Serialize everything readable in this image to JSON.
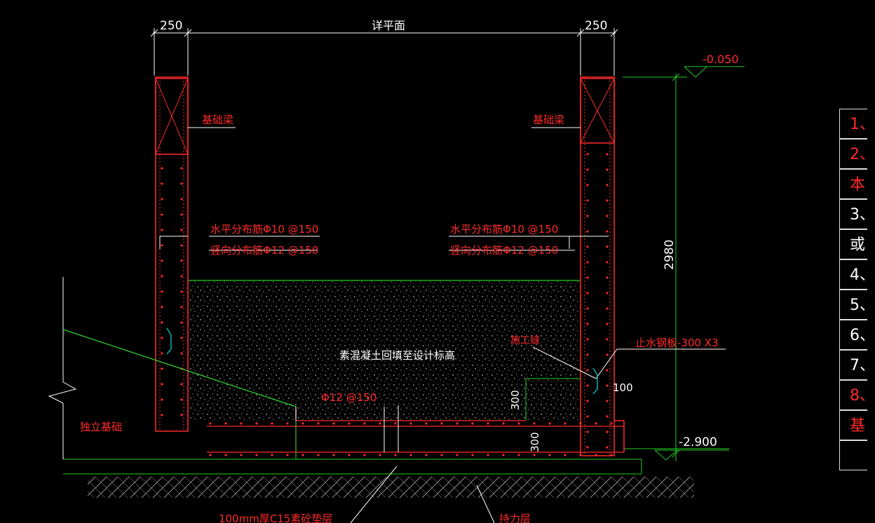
{
  "dimensions": {
    "left_wall_width": "250",
    "clear_span": "详平面",
    "right_wall_width": "250",
    "height": "2980",
    "dim_300_right": "300",
    "dim_300_floor": "300",
    "dim_100": "100"
  },
  "elevations": {
    "top": "-0.050",
    "bottom": "-2.900"
  },
  "labels": {
    "beam_left": "基础梁",
    "beam_right": "基础梁",
    "horiz_rebar_left": "水平分布筋Φ10 @150",
    "vert_rebar_left": "竖向分布筋Φ12 @150",
    "horiz_rebar_right": "水平分布筋Φ10 @150",
    "vert_rebar_right": "竖向分布筋Φ12 @150",
    "backfill": "素混凝土回填至设计标高",
    "construction_joint": "施工缝",
    "waterstop": "止水钢板-300 X3",
    "floor_rebar": "Φ12 @150",
    "isolated_footing": "独立基础",
    "cushion": "100mm厚C15素砼垫层",
    "bearing_layer": "持力层"
  },
  "side_table": [
    {
      "text": "1、",
      "color": "red"
    },
    {
      "text": "2、",
      "color": "red"
    },
    {
      "text": "本",
      "color": "red"
    },
    {
      "text": "3、",
      "color": "white"
    },
    {
      "text": "或",
      "color": "white"
    },
    {
      "text": "4、",
      "color": "white"
    },
    {
      "text": "5、",
      "color": "white"
    },
    {
      "text": "6、",
      "color": "white"
    },
    {
      "text": "7、",
      "color": "white"
    },
    {
      "text": "8、",
      "color": "red"
    },
    {
      "text": "基",
      "color": "red"
    },
    {
      "text": "",
      "color": "white"
    }
  ],
  "colors": {
    "background": "#000000",
    "dimension": "#ffffff",
    "rebar": "#ff2a2a",
    "green_lines": "#22cc22",
    "cyan": "#00d0d0"
  }
}
